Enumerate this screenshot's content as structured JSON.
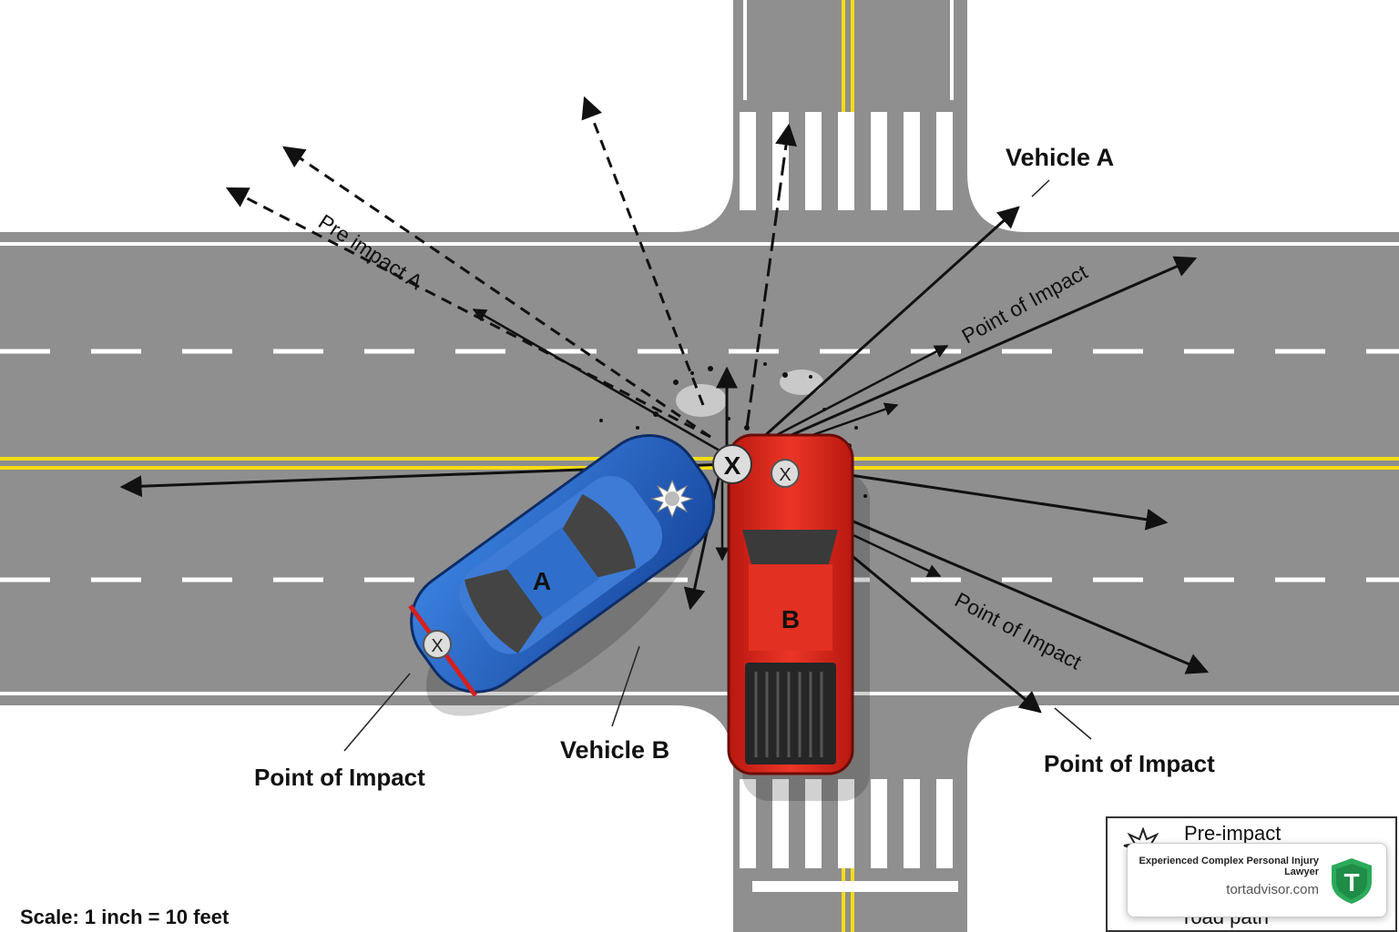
{
  "labels": {
    "vehicle_a": "Vehicle A",
    "vehicle_b": "Vehicle B",
    "point_of_impact_left": "Point of Impact",
    "point_of_impact_right": "Point of Impact",
    "point_of_impact_diag_top": "Point of Impact",
    "point_of_impact_diag_bottom": "Point of Impact",
    "pre_impact_a": "Pre impact A",
    "scale": "Scale: 1 inch = 10 feet",
    "car_a_letter": "A",
    "car_b_letter": "B",
    "impact_marker": "X",
    "marker_small": "X"
  },
  "legend": {
    "item1": "Pre-impact",
    "item2": "road path",
    "icon_name": "starburst-icon"
  },
  "badge": {
    "title": "Experienced Complex Personal Injury Lawyer",
    "site": "tortadvisor.com",
    "icon_name": "shield-logo-icon",
    "logo_letter": "T"
  },
  "colors": {
    "road": "#8f8f8f",
    "lane_line_white": "#ffffff",
    "center_line_yellow": "#f5dc14",
    "vehicle_a": "#2266c8",
    "vehicle_b": "#dd2a1e",
    "arrow": "#111111",
    "shield_green": "#2aaa5a"
  }
}
